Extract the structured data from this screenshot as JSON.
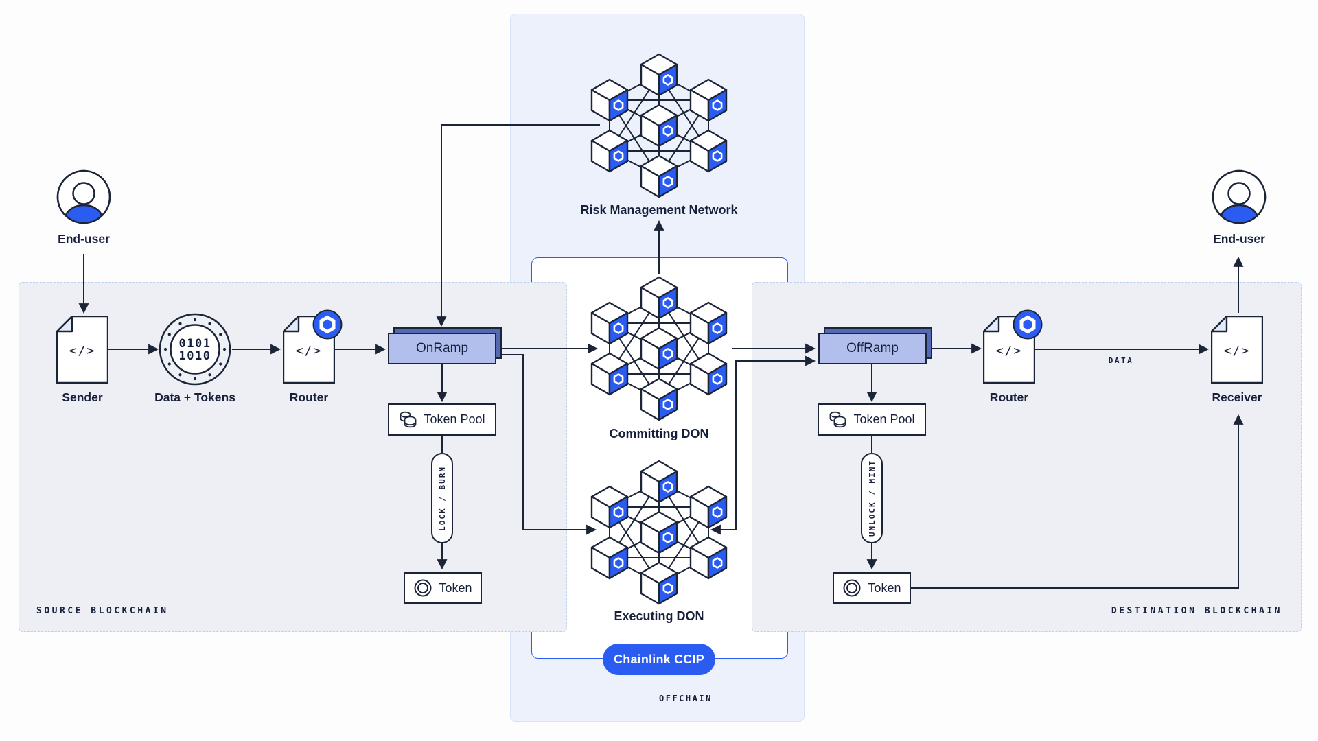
{
  "colors": {
    "ink": "#16203a",
    "line": "#1c2438",
    "accent": "#2a5cf2",
    "ramp-fill": "#b2beec",
    "ramp-shadow": "#5568b4",
    "panel-fill": "#edeff4",
    "panel-border": "#bdd0ee",
    "offchain-fill": "#ecf1fb",
    "offchain-border": "#d7e2f6",
    "doc-fold": "#e3ebf8",
    "coin-fill": "#edf0f5"
  },
  "source_chain": {
    "region_label": "SOURCE BLOCKCHAIN",
    "end_user": "End-user",
    "sender": "Sender",
    "data_tokens": "Data + Tokens",
    "router": "Router",
    "onramp": "OnRamp",
    "token_pool": "Token Pool",
    "lock_burn": "LOCK / BURN",
    "token": "Token"
  },
  "offchain": {
    "region_label": "OFFCHAIN",
    "risk_network": "Risk Management Network",
    "committing_don": "Committing DON",
    "executing_don": "Executing DON",
    "ccip_badge": "Chainlink CCIP"
  },
  "destination_chain": {
    "region_label": "DESTINATION BLOCKCHAIN",
    "offramp": "OffRamp",
    "token_pool": "Token Pool",
    "unlock_mint": "UNLOCK / MINT",
    "token": "Token",
    "router": "Router",
    "receiver": "Receiver",
    "end_user": "End-user",
    "data_edge_label": "DATA"
  },
  "glyphs": {
    "code": "</>",
    "binary_line1": "0101",
    "binary_line2": "1010"
  }
}
